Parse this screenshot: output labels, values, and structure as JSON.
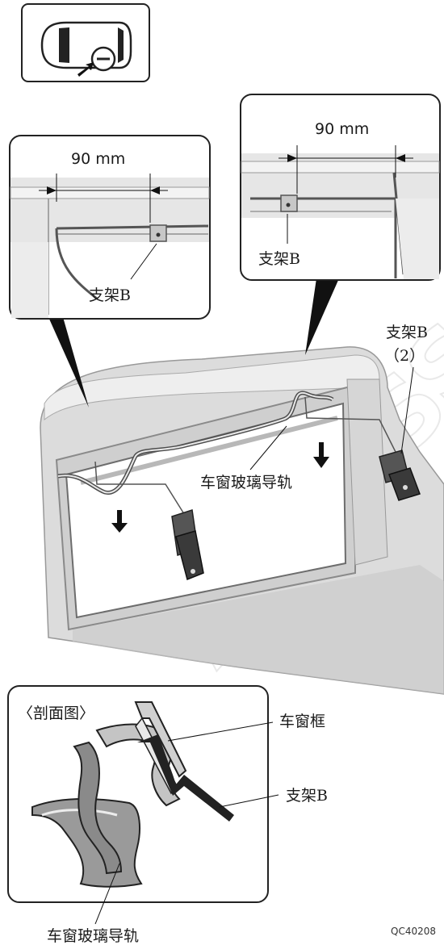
{
  "labels": {
    "dim_left": "90 mm",
    "dim_right": "90 mm",
    "bracket_b_left": "支架B",
    "bracket_b_right": "支架B",
    "bracket_b_main": "支架B",
    "bracket_b_count": "（2）",
    "window_guide": "车窗玻璃导轨",
    "section_title": "〈剖面图〉",
    "window_frame": "车窗框",
    "section_bracket_b": "支架B",
    "section_guide": "车窗玻璃导轨",
    "figure_code": "QC40208",
    "watermark": "ACCESS"
  }
}
